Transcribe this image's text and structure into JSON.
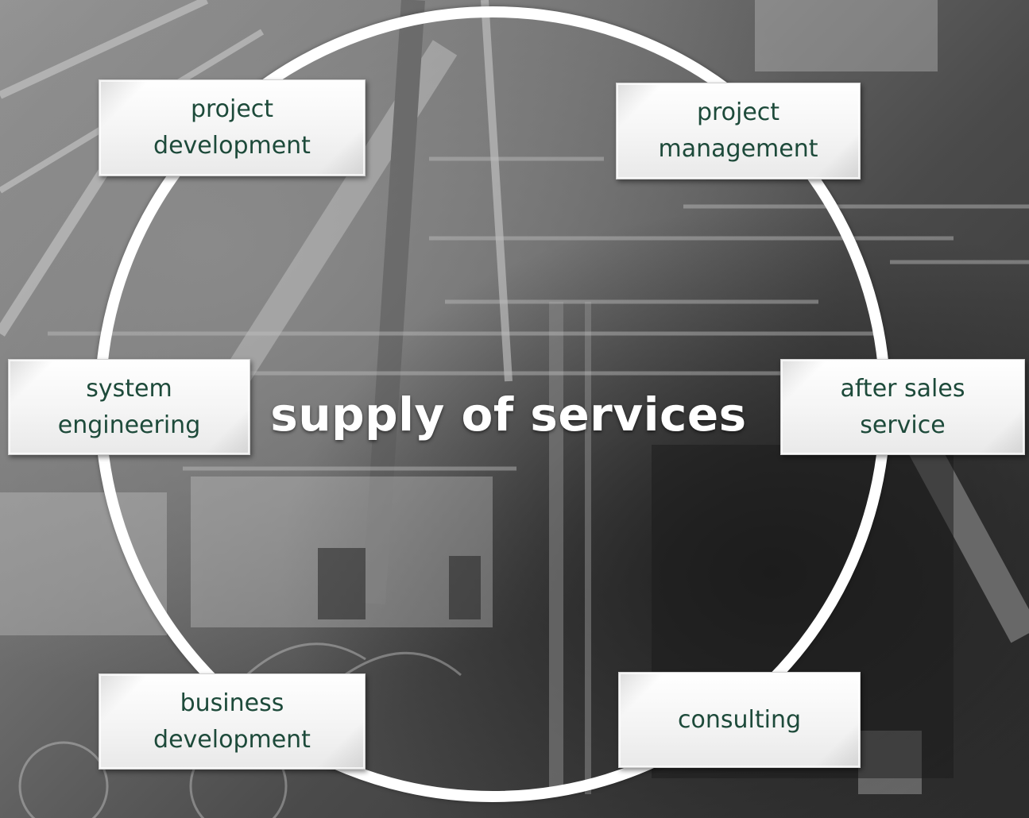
{
  "diagram": {
    "center_label": "supply of services",
    "nodes": [
      {
        "id": "project-development",
        "label": "project\ndevelopment"
      },
      {
        "id": "project-management",
        "label": "project\nmanagement"
      },
      {
        "id": "system-engineering",
        "label": "system\nengineering"
      },
      {
        "id": "after-sales-service",
        "label": "after sales\nservice"
      },
      {
        "id": "business-development",
        "label": "business\ndevelopment"
      },
      {
        "id": "consulting",
        "label": "consulting"
      }
    ]
  },
  "colors": {
    "label_text": "#1d4a3a",
    "ring": "#ffffff",
    "center_text": "#ffffff"
  }
}
